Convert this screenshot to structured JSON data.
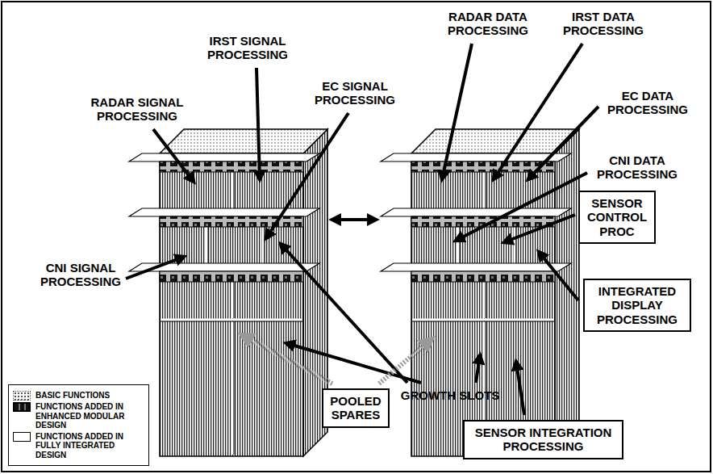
{
  "diagram": {
    "nodes": [
      {
        "text": [
          "SENSOR CONTROL PROC"
        ]
      },
      {
        "text": [
          "INTEGRATED DISPLAY PROCESSING"
        ]
      },
      {
        "text": [
          "POOLED SPARES"
        ]
      },
      {
        "text": [
          "SENSOR INTEGRATION PROCESSING"
        ]
      }
    ],
    "labels": [
      "RADAR DATA PROCESSING",
      "IRST DATA PROCESSING",
      "IRST SIGNAL PROCESSING",
      "EC SIGNAL PROCESSING",
      "EC DATA PROCESSING",
      "RADAR SIGNAL PROCESSING",
      "CNI DATA PROCESSING",
      "CNI SIGNAL PROCESSING",
      "GROWTH SLOTS"
    ],
    "legend": [
      {
        "text": "BASIC FUNCTIONS"
      },
      {
        "text": "FUNCTIONS ADDED IN ENHANCED MODULAR DESIGN"
      },
      {
        "text": "FUNCTIONS ADDED IN FULLY INTEGRATED DESIGN"
      }
    ]
  }
}
